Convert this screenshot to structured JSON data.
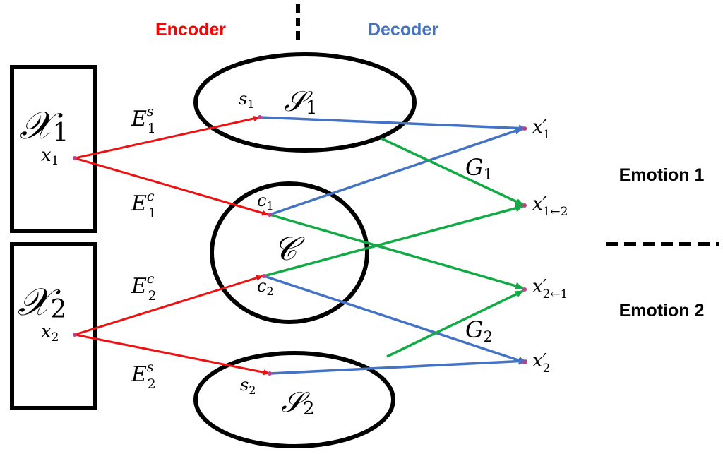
{
  "header": {
    "encoder_label": "Encoder",
    "decoder_label": "Decoder",
    "encoder_color": "#ff0000",
    "decoder_color": "#4472c4"
  },
  "domains": {
    "x1_space": "𝒳",
    "x1_space_sub": "1",
    "x2_space": "𝒳",
    "x2_space_sub": "2",
    "x1_point": "x",
    "x1_point_sub": "1",
    "x2_point": "x",
    "x2_point_sub": "2"
  },
  "latent": {
    "s1_space": "𝒮",
    "s1_space_sub": "1",
    "s2_space": "𝒮",
    "s2_space_sub": "2",
    "c_space": "𝒞",
    "s1_point": "s",
    "s1_point_sub": "1",
    "s2_point": "s",
    "s2_point_sub": "2",
    "c1_point": "c",
    "c1_point_sub": "1",
    "c2_point": "c",
    "c2_point_sub": "2"
  },
  "encoders": {
    "e1s": "E",
    "e1s_sup": "s",
    "e1s_sub": "1",
    "e1c": "E",
    "e1c_sup": "c",
    "e1c_sub": "1",
    "e2c": "E",
    "e2c_sup": "c",
    "e2c_sub": "2",
    "e2s": "E",
    "e2s_sup": "s",
    "e2s_sub": "2"
  },
  "generators": {
    "g1": "G",
    "g1_sub": "1",
    "g2": "G",
    "g2_sub": "2"
  },
  "outputs": {
    "x1p": "x′",
    "x1p_sub": "1",
    "x12": "x′",
    "x12_sub": "1←2",
    "x21": "x′",
    "x21_sub": "2←1",
    "x2p": "x′",
    "x2p_sub": "2"
  },
  "emotions": {
    "emotion1": "Emotion 1",
    "emotion2": "Emotion 2"
  },
  "colors": {
    "encoder_arrow": "#ee1111",
    "decoder_arrow": "#4472c4",
    "generator_arrow": "#11aa44",
    "outline": "#000000",
    "point": "#c0408a"
  }
}
